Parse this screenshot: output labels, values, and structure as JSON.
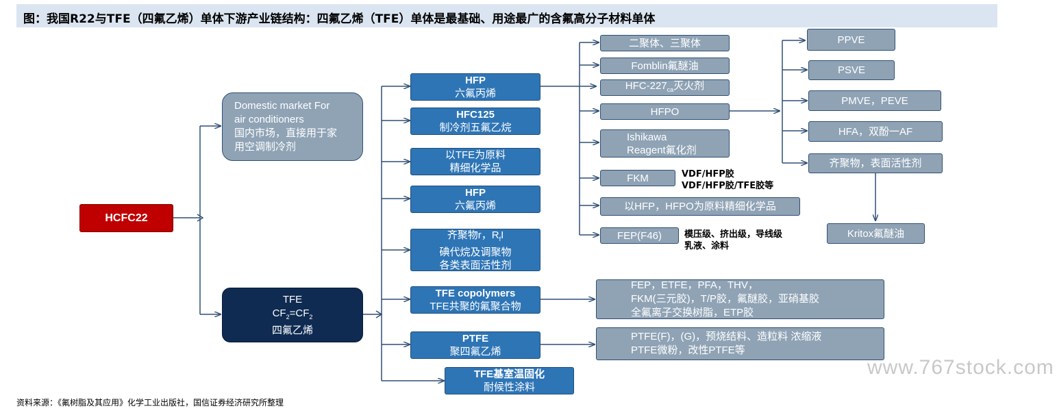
{
  "title": "图：我国R22与TFE（四氟乙烯）单体下游产业链结构：四氟乙烯（TFE）单体是最基础、用途最广的含氟高分子材料单体",
  "root": "HCFC22",
  "domestic": {
    "en_line1": "Domestic market For",
    "en_line2": "air conditioners",
    "zh_line1": "国内市场，直接用于家",
    "zh_line2": "用空调制冷剂"
  },
  "tfe": {
    "line1": "TFE",
    "formula_cf": "CF",
    "formula_sub": "2",
    "formula_eq": "=CF",
    "line3": "四氟乙烯"
  },
  "mid_boxes": {
    "hfp1": {
      "en": "HFP",
      "zh": "六氟丙烯"
    },
    "hfc125": {
      "en": "HFC125",
      "zh": "制冷剂五氟乙烷"
    },
    "tfe_fine": {
      "line1": "以TFE为原料",
      "line2": "精细化学品"
    },
    "hfp2": {
      "en": "HFP",
      "zh": "六氟丙烯"
    },
    "telomer": {
      "line1_a": "齐聚物r，R",
      "line1_sub": "f",
      "line1_b": "I",
      "line2": "碘代烷及调聚物",
      "line3": "各类表面活性剂"
    },
    "copolymers": {
      "en": "TFE copolymers",
      "zh": "TFE共聚的氟聚合物"
    },
    "ptfe": {
      "en": "PTFE",
      "zh": "聚四氟乙烯"
    },
    "coating": {
      "line1": "TFE基室温固化",
      "line2": "耐候性涂料"
    }
  },
  "hfp_products": {
    "dimer": "二聚体、三聚体",
    "fomblin": "Fomblin氟醚油",
    "hfc227_a": "HFC-227",
    "hfc227_sub": "ca",
    "hfc227_b": "灭火剂",
    "hfpo": "HFPO",
    "ishikawa_1": "Ishikawa",
    "ishikawa_2": "Reagent氟化剂",
    "fkm": "FKM",
    "fkm_note_1": "VDF/HFP胶",
    "fkm_note_2": "VDF/HFP胶/TFE胶等",
    "fine": "以HFP，HFPO为原料精细化学品",
    "fep": "FEP(F46)",
    "fep_note_1": "模压级、挤出级，导线级",
    "fep_note_2": "乳液、涂料"
  },
  "hfpo_products": {
    "ppve": "PPVE",
    "psve": "PSVE",
    "pmve": "PMVE，PEVE",
    "hfa": "HFA，双酚一AF",
    "oligomer": "齐聚物，表面活性剂",
    "kritox": "Kritox氟醚油"
  },
  "copolymer_products": {
    "line1": "FEP，ETFE，PFA，THV，",
    "line2": "FKM(三元胶)，T/P胶，氟醚胶，亚硝基胶",
    "line3": "全氟离子交换树脂，ETP胶"
  },
  "ptfe_products": {
    "line1": "PTFE(F)，(G)，预烧结料、造粒料 浓缩液",
    "line2": "PTFE微粉，改性PTFE等"
  },
  "source": "资料来源：《氟树脂及其应用》化学工业出版社，国信证券经济研究所整理",
  "watermark": "www.767stock.com",
  "colors": {
    "blue": "#2e75b6",
    "gray": "#8fa3b5",
    "red": "#c00000",
    "navy": "#0f2b52",
    "line": "#2f4f73",
    "title_bg": "#dbe5f1"
  }
}
